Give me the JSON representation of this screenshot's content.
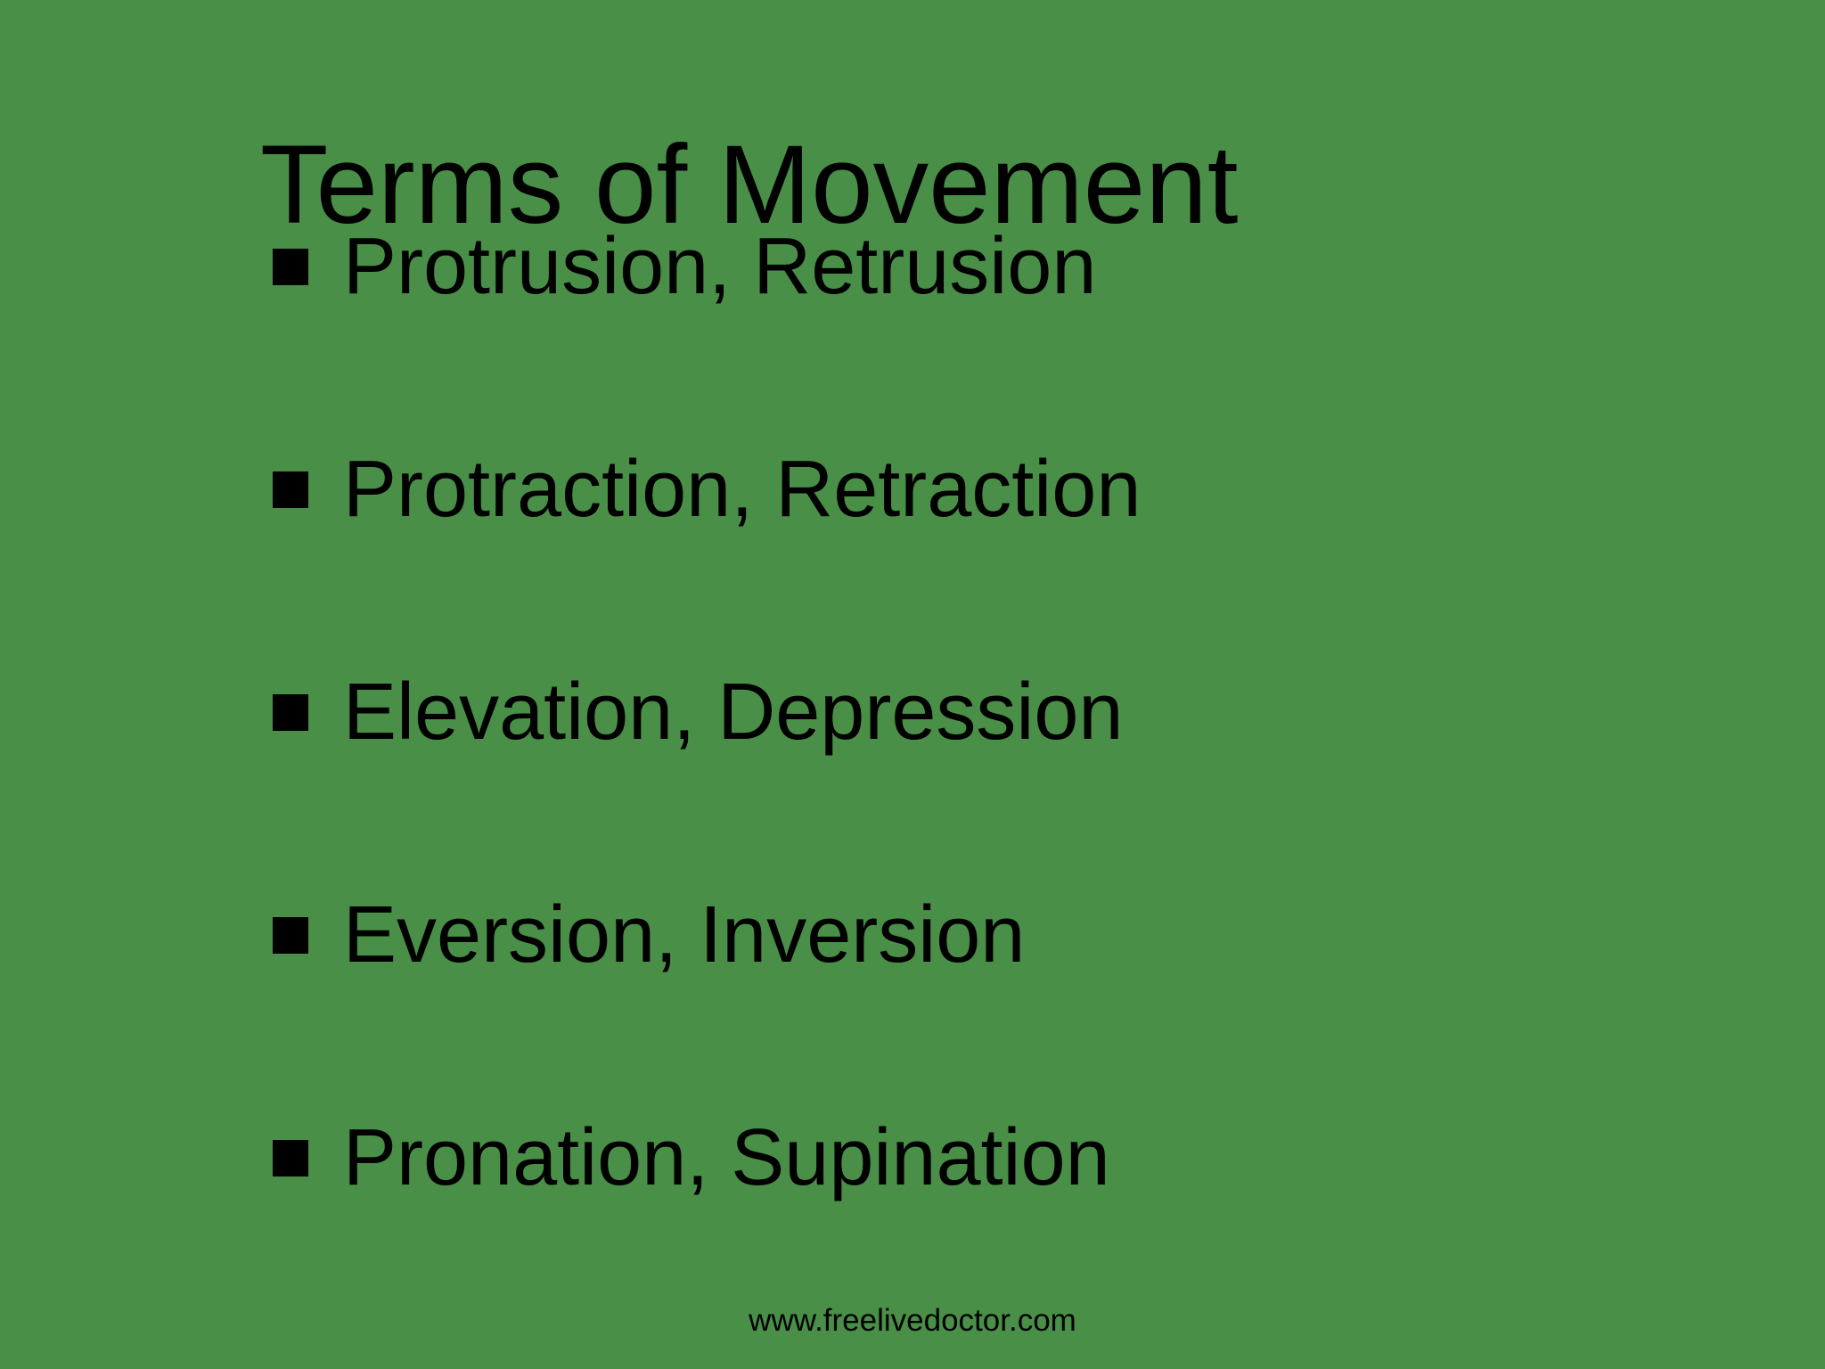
{
  "slide": {
    "title": "Terms of Movement",
    "bullets": [
      "Protrusion, Retrusion",
      "Protraction, Retraction",
      "Elevation, Depression",
      "Eversion, Inversion",
      "Pronation, Supination"
    ],
    "footer": "www.freelivedoctor.com",
    "colors": {
      "background": "#4a8f47",
      "text": "#000000"
    }
  }
}
